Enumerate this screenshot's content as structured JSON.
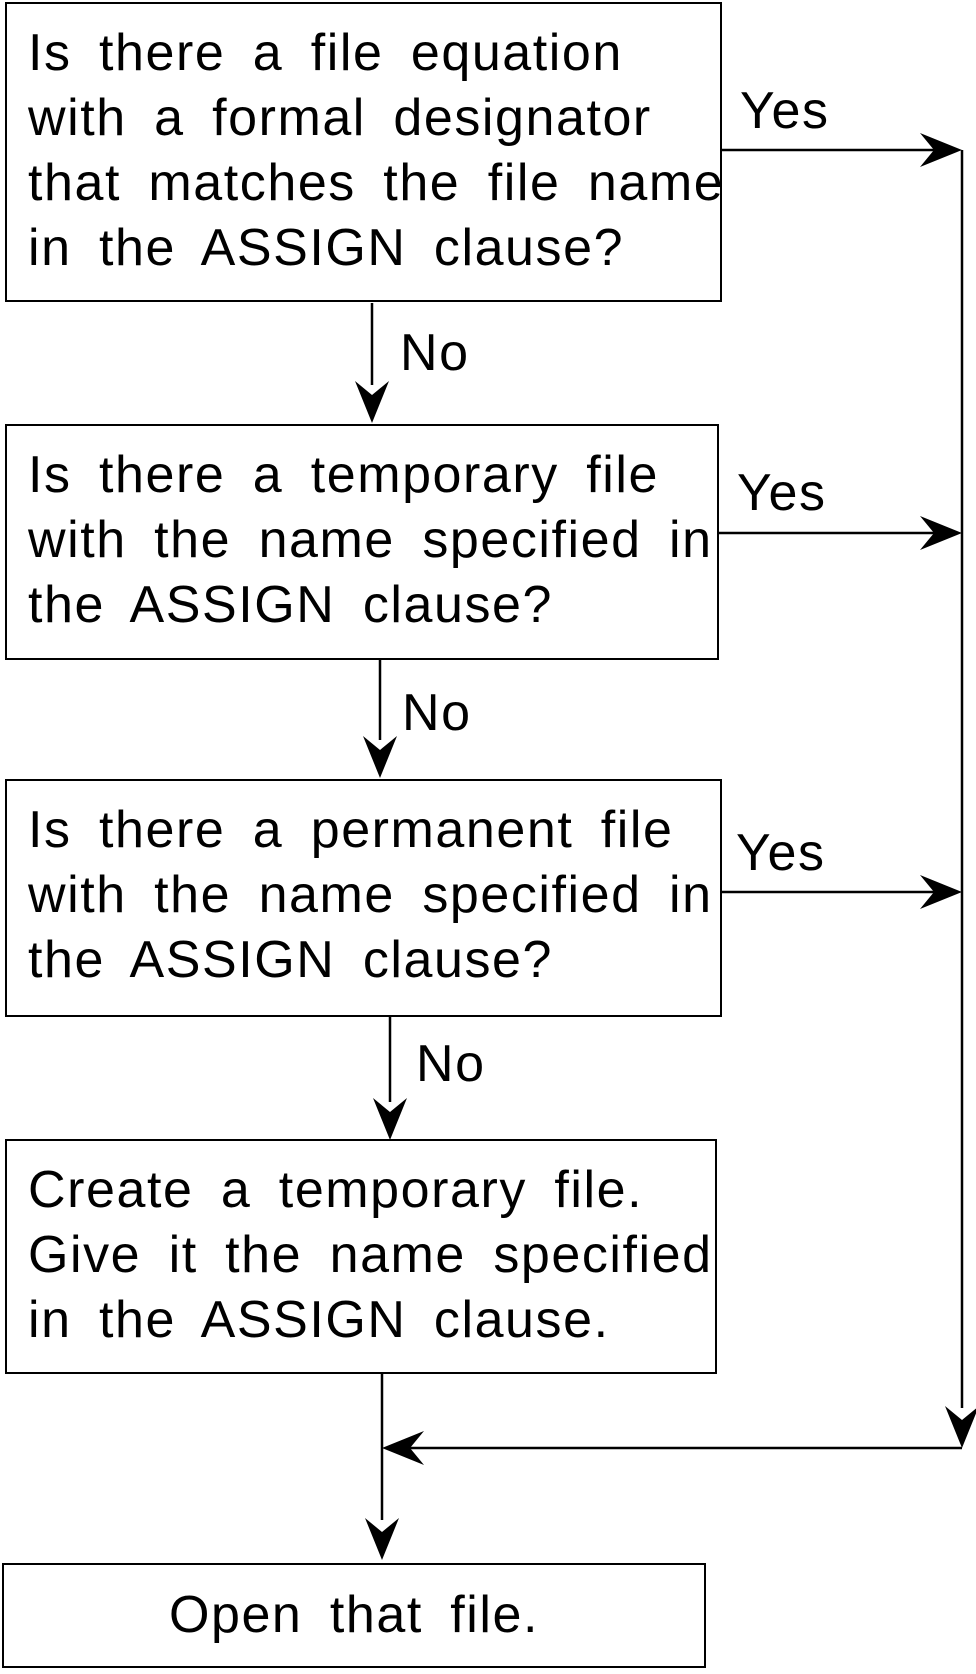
{
  "diagram": {
    "type": "flowchart",
    "background_color": "#ffffff",
    "line_color": "#000000",
    "text_color": "#000000"
  },
  "boxes": [
    {
      "id": "file-equation-question",
      "lines": [
        "Is there a file equation",
        "with a formal designator",
        "that matches the file name",
        "in the ASSIGN clause?"
      ]
    },
    {
      "id": "temporary-file-question",
      "lines": [
        "Is there a temporary file",
        "with the name specified in",
        "the ASSIGN clause?"
      ]
    },
    {
      "id": "permanent-file-question",
      "lines": [
        "Is there a permanent file",
        "with the name specified in",
        "the ASSIGN clause?"
      ]
    },
    {
      "id": "create-temporary-file-action",
      "lines": [
        "Create a temporary file.",
        "Give it the name specified",
        "in the ASSIGN clause."
      ]
    },
    {
      "id": "open-file-action",
      "lines": [
        "Open that file."
      ]
    }
  ],
  "edge_labels": [
    {
      "id": "yes-1",
      "text": "Yes"
    },
    {
      "id": "no-1",
      "text": "No"
    },
    {
      "id": "yes-2",
      "text": "Yes"
    },
    {
      "id": "no-2",
      "text": "No"
    },
    {
      "id": "yes-3",
      "text": "Yes"
    },
    {
      "id": "no-3",
      "text": "No"
    }
  ]
}
